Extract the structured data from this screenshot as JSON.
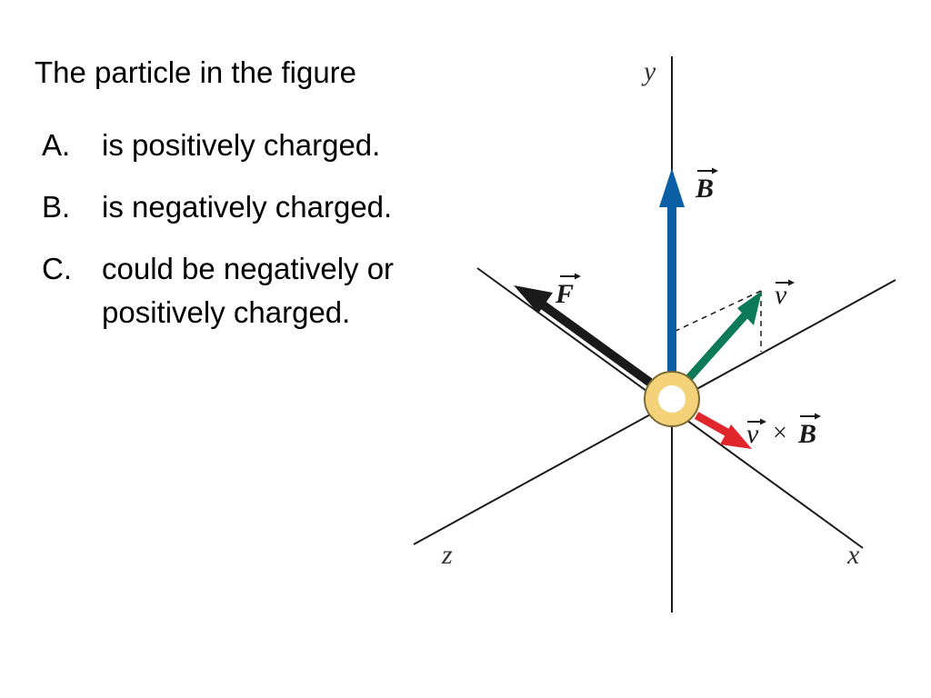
{
  "question": {
    "stem": "The particle in the figure",
    "options": [
      {
        "letter": "A.",
        "lines": [
          "is positively charged."
        ]
      },
      {
        "letter": "B.",
        "lines": [
          "is negatively charged."
        ]
      },
      {
        "letter": "C.",
        "lines": [
          "could be negatively or",
          "positively charged."
        ]
      }
    ]
  },
  "figure": {
    "axes": {
      "y": "y",
      "z": "z",
      "x": "x"
    },
    "vectors": {
      "B": {
        "symbol": "B",
        "color": "#0a5ea3"
      },
      "v": {
        "symbol": "v",
        "color": "#0d7a57"
      },
      "F": {
        "symbol": "F",
        "color": "#1a1a1a"
      },
      "vxB": {
        "left": "v",
        "op": "×",
        "right": "B",
        "color": "#e0252b"
      }
    },
    "particle": {
      "fill": "#ffffff",
      "ring": "#f3d27a",
      "edge": "#7a6a35"
    }
  }
}
